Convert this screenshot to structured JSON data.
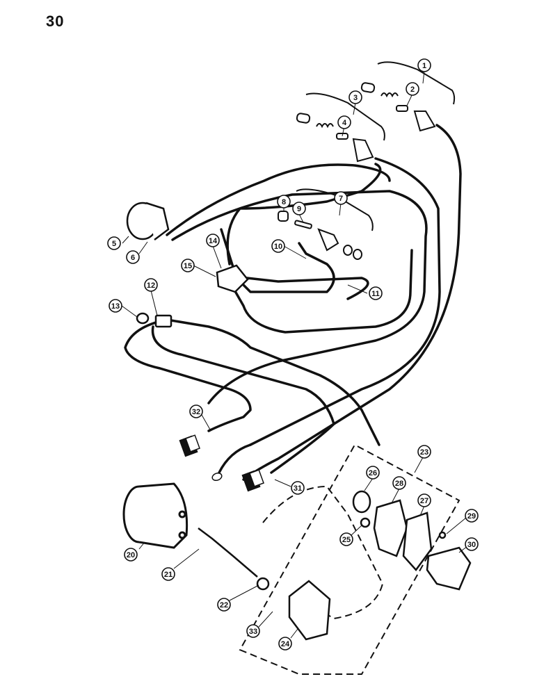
{
  "page": {
    "number": "30"
  },
  "callouts": [
    {
      "id": "1"
    },
    {
      "id": "2"
    },
    {
      "id": "3"
    },
    {
      "id": "4"
    },
    {
      "id": "5"
    },
    {
      "id": "6"
    },
    {
      "id": "7"
    },
    {
      "id": "8"
    },
    {
      "id": "9"
    },
    {
      "id": "10"
    },
    {
      "id": "11"
    },
    {
      "id": "12"
    },
    {
      "id": "13"
    },
    {
      "id": "14"
    },
    {
      "id": "15"
    },
    {
      "id": "20"
    },
    {
      "id": "21"
    },
    {
      "id": "22"
    },
    {
      "id": "23"
    },
    {
      "id": "24"
    },
    {
      "id": "25"
    },
    {
      "id": "26"
    },
    {
      "id": "27"
    },
    {
      "id": "28"
    },
    {
      "id": "29"
    },
    {
      "id": "30"
    },
    {
      "id": "31"
    },
    {
      "id": "32"
    },
    {
      "id": "33"
    }
  ],
  "colors": {
    "ink": "#111111",
    "paper": "#ffffff"
  }
}
